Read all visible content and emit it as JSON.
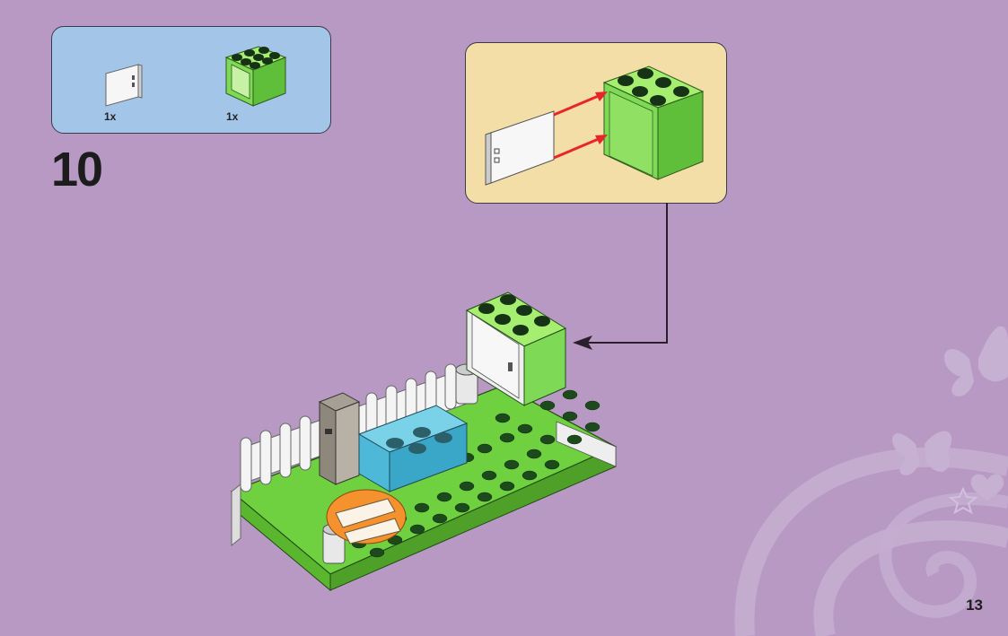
{
  "parts_list": {
    "items": [
      {
        "name": "white-door-panel",
        "quantity": "1x"
      },
      {
        "name": "green-cupboard-brick",
        "quantity": "1x"
      }
    ]
  },
  "step": {
    "number": "10"
  },
  "page": {
    "number": "13"
  },
  "colors": {
    "background": "#b799c3",
    "parts_box": "#a3c6e8",
    "callout_box": "#f2dea6",
    "brick_green": "#7ed957",
    "arrow_red": "#e8262a"
  }
}
